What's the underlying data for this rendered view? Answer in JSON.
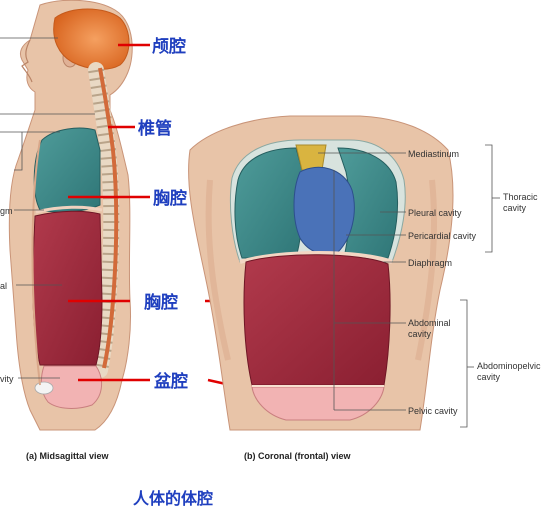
{
  "labels_cn": {
    "cranial": "颅腔",
    "spinal": "椎管",
    "thoracic": "胸腔",
    "abdominal": "胸腔",
    "pelvic": "盆腔"
  },
  "left_view": {
    "cut_label_1": "gm",
    "cut_label_2": "al",
    "cut_label_3": "vity",
    "caption": "(a) Midsagittal view"
  },
  "right_view": {
    "mediastinum": "Mediastinum",
    "pleural": "Pleural cavity",
    "pericardial": "Pericardial cavity",
    "diaphragm": "Diaphragm",
    "abdominal_1": "Abdominal",
    "abdominal_2": "cavity",
    "pelvic": "Pelvic cavity",
    "thoracic_1": "Thoracic",
    "thoracic_2": "cavity",
    "abdominopelvic_1": "Abdominopelvic",
    "abdominopelvic_2": "cavity",
    "caption": "(b) Coronal (frontal) view"
  },
  "bottom_title": "人体的体腔",
  "colors": {
    "skin": "#e8c4a8",
    "skin_shadow": "#d9a88a",
    "cranial": "#e8823a",
    "lung": "#3f8a8a",
    "abdominal": "#9e2a3c",
    "pelvic": "#f2b3b3",
    "heart": "#4a72b8",
    "mediastinum": "#d9b440",
    "spine": "#d26a3a",
    "red_line": "#e00000",
    "label_blue": "#1f3fbf"
  }
}
